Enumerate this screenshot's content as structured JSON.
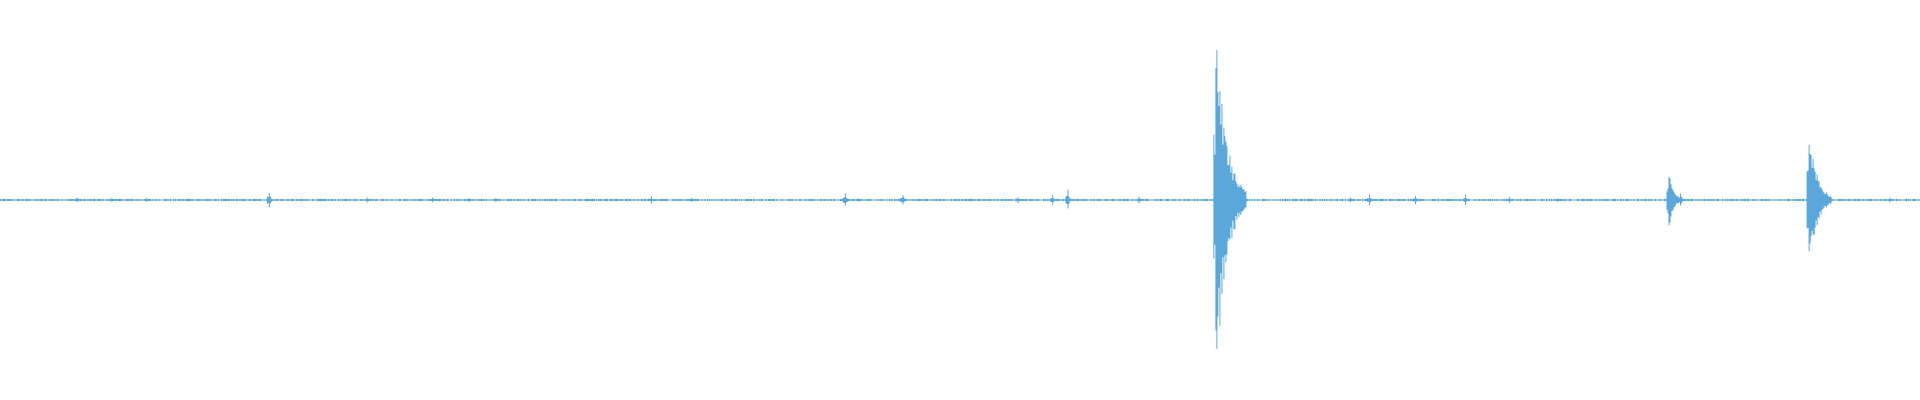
{
  "waveform": {
    "color": "#5aa7dc",
    "baseline_amplitude": 0.004,
    "events": [
      {
        "t": 0.04,
        "amp": 0.02
      },
      {
        "t": 0.058,
        "amp": 0.014
      },
      {
        "t": 0.076,
        "amp": 0.012
      },
      {
        "t": 0.098,
        "amp": 0.01
      },
      {
        "t": 0.14,
        "amp": 0.06
      },
      {
        "t": 0.191,
        "amp": 0.016
      },
      {
        "t": 0.225,
        "amp": 0.014
      },
      {
        "t": 0.244,
        "amp": 0.014
      },
      {
        "t": 0.258,
        "amp": 0.012
      },
      {
        "t": 0.306,
        "amp": 0.01
      },
      {
        "t": 0.339,
        "amp": 0.022
      },
      {
        "t": 0.36,
        "amp": 0.012
      },
      {
        "t": 0.389,
        "amp": 0.01
      },
      {
        "t": 0.44,
        "amp": 0.046
      },
      {
        "t": 0.447,
        "amp": 0.014
      },
      {
        "t": 0.47,
        "amp": 0.04
      },
      {
        "t": 0.505,
        "amp": 0.012
      },
      {
        "t": 0.53,
        "amp": 0.022
      },
      {
        "t": 0.548,
        "amp": 0.028
      },
      {
        "t": 0.556,
        "amp": 0.058
      },
      {
        "t": 0.593,
        "amp": 0.024
      },
      {
        "t": 0.633,
        "amp": 0.98
      },
      {
        "t": 0.637,
        "amp": 0.22
      },
      {
        "t": 0.642,
        "amp": 0.06
      },
      {
        "t": 0.703,
        "amp": 0.016
      },
      {
        "t": 0.713,
        "amp": 0.03
      },
      {
        "t": 0.737,
        "amp": 0.022
      },
      {
        "t": 0.763,
        "amp": 0.032
      },
      {
        "t": 0.786,
        "amp": 0.018
      },
      {
        "t": 0.811,
        "amp": 0.01
      },
      {
        "t": 0.869,
        "amp": 0.2
      },
      {
        "t": 0.875,
        "amp": 0.04
      },
      {
        "t": 0.942,
        "amp": 0.38
      },
      {
        "t": 0.946,
        "amp": 0.12
      },
      {
        "t": 0.951,
        "amp": 0.07
      },
      {
        "t": 0.984,
        "amp": 0.016
      }
    ]
  }
}
